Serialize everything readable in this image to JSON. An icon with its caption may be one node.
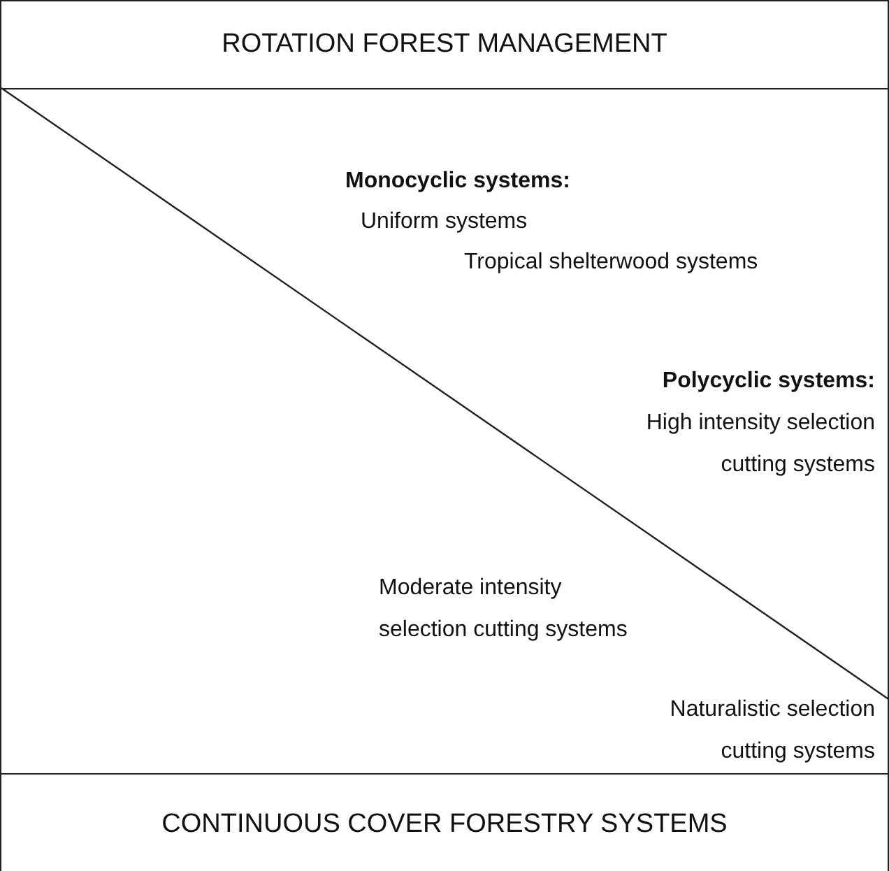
{
  "diagram": {
    "nodes": [
      {
        "text": [
          "ROTATION FOREST MANAGEMENT"
        ]
      },
      {
        "text": [
          "CONTINUOUS COVER FORESTRY SYSTEMS"
        ]
      }
    ],
    "labels": [
      "Monocyclic systems:",
      "Uniform systems",
      "Tropical shelterwood systems",
      "Polycyclic systems:",
      "High intensity selection cutting systems",
      "Moderate intensity selection cutting systems",
      "Naturalistic selection cutting systems"
    ]
  }
}
